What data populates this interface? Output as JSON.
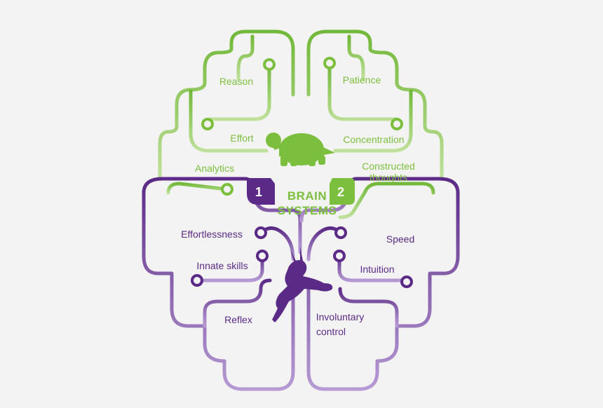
{
  "title": {
    "line1": "BRAIN",
    "line2": "SYSTEMS"
  },
  "badges": {
    "one": "1",
    "two": "2"
  },
  "system2_labels": {
    "reason": "Reason",
    "patience": "Patience",
    "effort": "Effort",
    "concentration": "Concentration",
    "analytics": "Analytics",
    "constructed_line1": "Constructed",
    "constructed_line2": "thoughts"
  },
  "system1_labels": {
    "effortlessness": "Effortlessness",
    "speed": "Speed",
    "innate_skills": "Innate skills",
    "intuition": "Intuition",
    "reflex": "Reflex",
    "involuntary_line1": "Involuntary",
    "involuntary_line2": "control"
  },
  "icons": {
    "system2": "tortoise-icon",
    "system1": "hare-icon"
  },
  "colors": {
    "system2_green": "#7cbf3e",
    "system2_light_green": "#b7dc8c",
    "system1_purple": "#5b2a86",
    "system1_light_purple": "#a98cc8",
    "background": "#f3f3f3"
  }
}
